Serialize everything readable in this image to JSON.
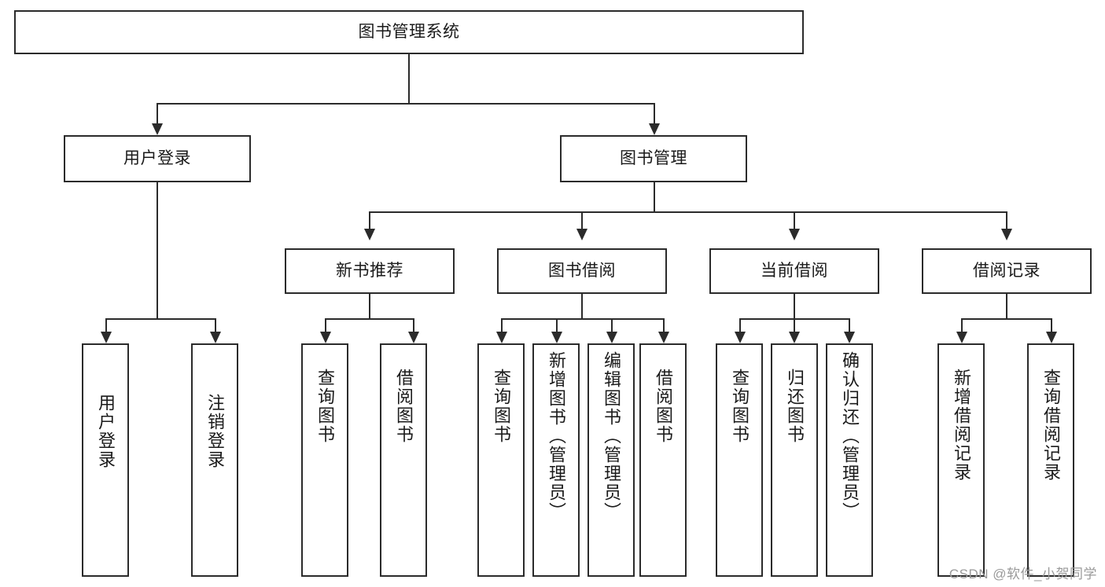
{
  "diagram": {
    "title": "图书管理系统",
    "type": "tree-hierarchy-chart",
    "watermark": "CSDN @软件_小贺同学",
    "root": {
      "label": "图书管理系统"
    },
    "level2": [
      {
        "label": "用户登录"
      },
      {
        "label": "图书管理"
      }
    ],
    "level3": [
      {
        "label": "新书推荐"
      },
      {
        "label": "图书借阅"
      },
      {
        "label": "当前借阅"
      },
      {
        "label": "借阅记录"
      }
    ],
    "leaves": {
      "user_login": [
        {
          "label": "用户登录"
        },
        {
          "label": "注销登录"
        }
      ],
      "new_book_recommend": [
        {
          "label": "查询图书"
        },
        {
          "label": "借阅图书"
        }
      ],
      "book_borrow": [
        {
          "label": "查询图书"
        },
        {
          "label": "新增图书（管理员）"
        },
        {
          "label": "编辑图书（管理员）"
        },
        {
          "label": "借阅图书"
        }
      ],
      "current_borrow": [
        {
          "label": "查询图书"
        },
        {
          "label": "归还图书"
        },
        {
          "label": "确认归还（管理员）"
        }
      ],
      "borrow_record": [
        {
          "label": "新增借阅记录"
        },
        {
          "label": "查询借阅记录"
        }
      ]
    },
    "colors": {
      "stroke": "#2b2b2b",
      "fill": "#ffffff",
      "text": "#1a1a1a",
      "watermark": "#9a9a9a"
    }
  }
}
